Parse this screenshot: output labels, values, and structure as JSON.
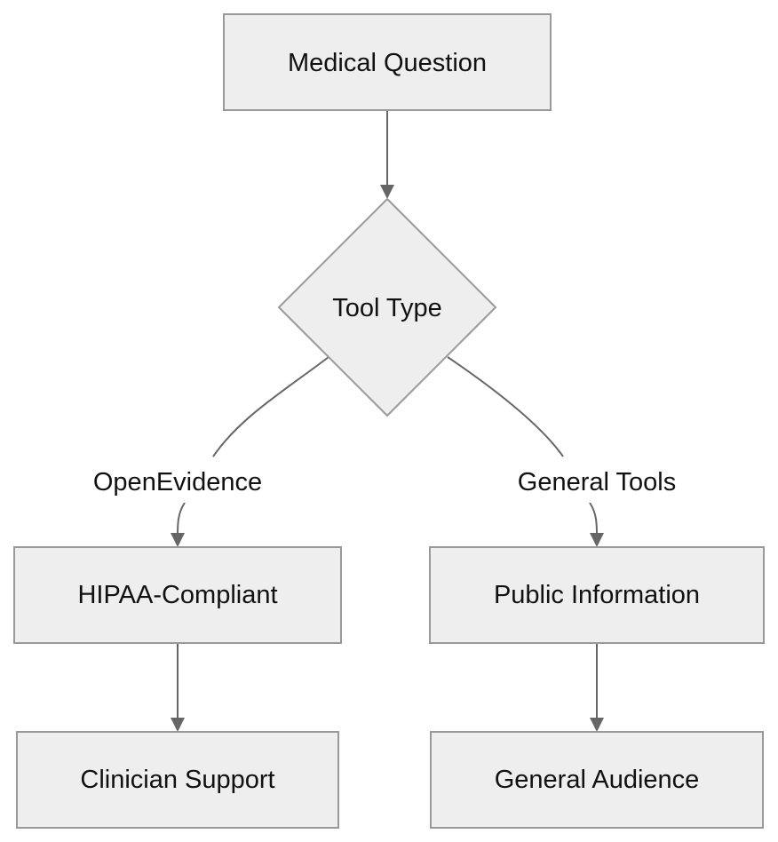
{
  "nodes": {
    "medical_question": "Medical Question",
    "tool_type": "Tool Type",
    "hipaa_compliant": "HIPAA-Compliant",
    "public_information": "Public Information",
    "clinician_support": "Clinician Support",
    "general_audience": "General Audience"
  },
  "edges": {
    "openevidence": "OpenEvidence",
    "general_tools": "General Tools"
  },
  "colors": {
    "node_fill": "#eeeeee",
    "node_stroke": "#999999",
    "edge": "#666666"
  }
}
